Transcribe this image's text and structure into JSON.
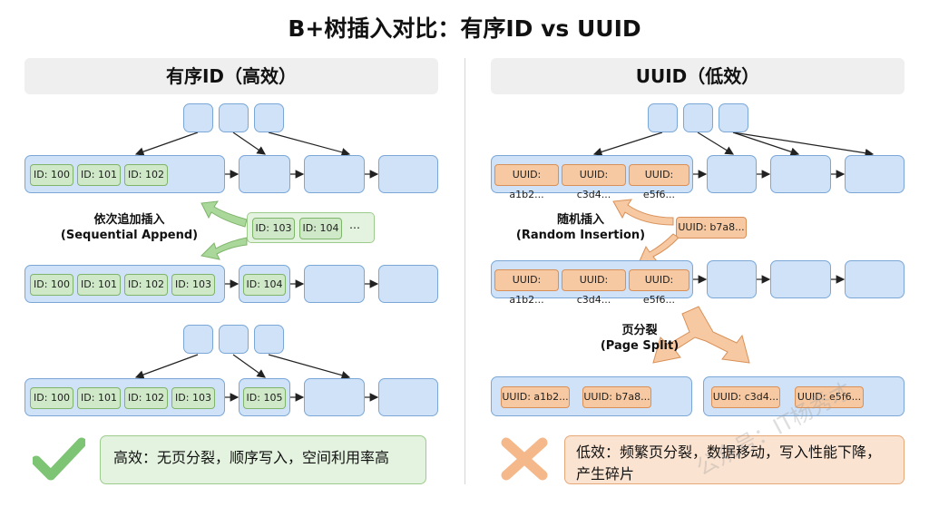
{
  "title": "B+树插入对比：有序ID vs UUID",
  "left": {
    "heading": "有序ID（高效）",
    "row1_keys": [
      "ID: 100",
      "ID: 101",
      "ID: 102"
    ],
    "incoming_keys": [
      "ID: 103",
      "ID: 104",
      "…"
    ],
    "op_label": "依次追加插入\n(Sequential Append)",
    "row2_keys": [
      "ID: 100",
      "ID: 101",
      "ID: 102",
      "ID: 103"
    ],
    "row2_next_key": "ID: 104",
    "row3_keys": [
      "ID: 100",
      "ID: 101",
      "ID: 102",
      "ID: 103"
    ],
    "row3_next_key": "ID: 105",
    "summary": "高效：无页分裂，顺序写入，空间利用率高",
    "summary_icon": "check-icon",
    "accent": "#7dc474"
  },
  "right": {
    "heading": "UUID（低效）",
    "row1_keys": [
      "UUID: a1b2...",
      "UUID: c3d4...",
      "UUID: e5f6..."
    ],
    "incoming_key": "UUID: b7a8...",
    "op_label": "随机插入\n(Random Insertion)",
    "row2_keys": [
      "UUID: a1b2...",
      "UUID: c3d4...",
      "UUID: e5f6..."
    ],
    "split_label": "页分裂\n(Page Split)",
    "split_left_keys": [
      "UUID: a1b2...",
      "UUID: b7a8..."
    ],
    "split_right_keys": [
      "UUID: c3d4...",
      "UUID: e5f6..."
    ],
    "summary": "低效：频繁页分裂，数据移动，写入性能下降，产生碎片",
    "summary_icon": "cross-icon",
    "accent": "#f4b88a"
  },
  "watermark": "公众号：IT杨秀才"
}
